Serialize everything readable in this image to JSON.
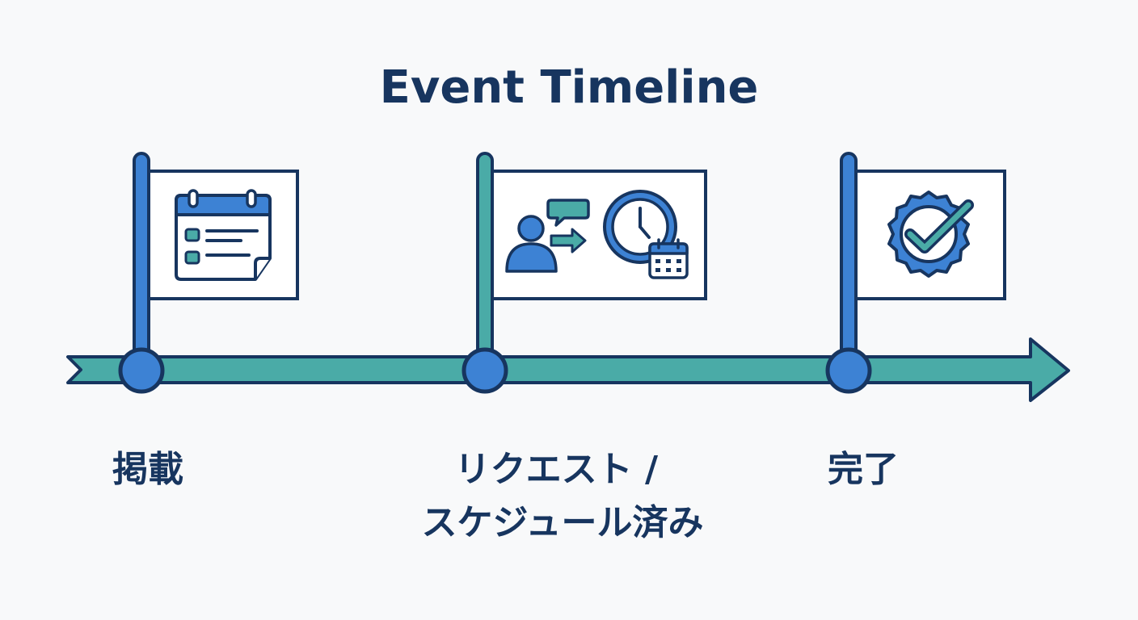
{
  "title": "Event Timeline",
  "colors": {
    "navy": "#17355f",
    "blue": "#3d82d4",
    "teal": "#4aaba7",
    "background": "#f8f9fa",
    "panel": "#ffffff"
  },
  "milestones": [
    {
      "label_lines": [
        "掲載"
      ],
      "icon": "calendar-checklist-icon",
      "pole_color": "blue"
    },
    {
      "label_lines": [
        "リクエスト /",
        "スケジュール済み"
      ],
      "icon": "person-request-clock-calendar-icon",
      "pole_color": "teal"
    },
    {
      "label_lines": [
        "完了"
      ],
      "icon": "check-badge-icon",
      "pole_color": "blue"
    }
  ]
}
